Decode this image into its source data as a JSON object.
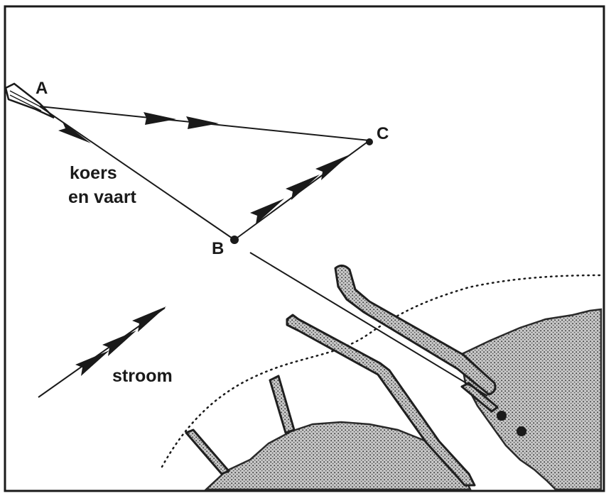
{
  "labels": {
    "point_a": "A",
    "point_b": "B",
    "point_c": "C",
    "course_line1": "koers",
    "course_line2": "en vaart",
    "current": "stroom"
  }
}
